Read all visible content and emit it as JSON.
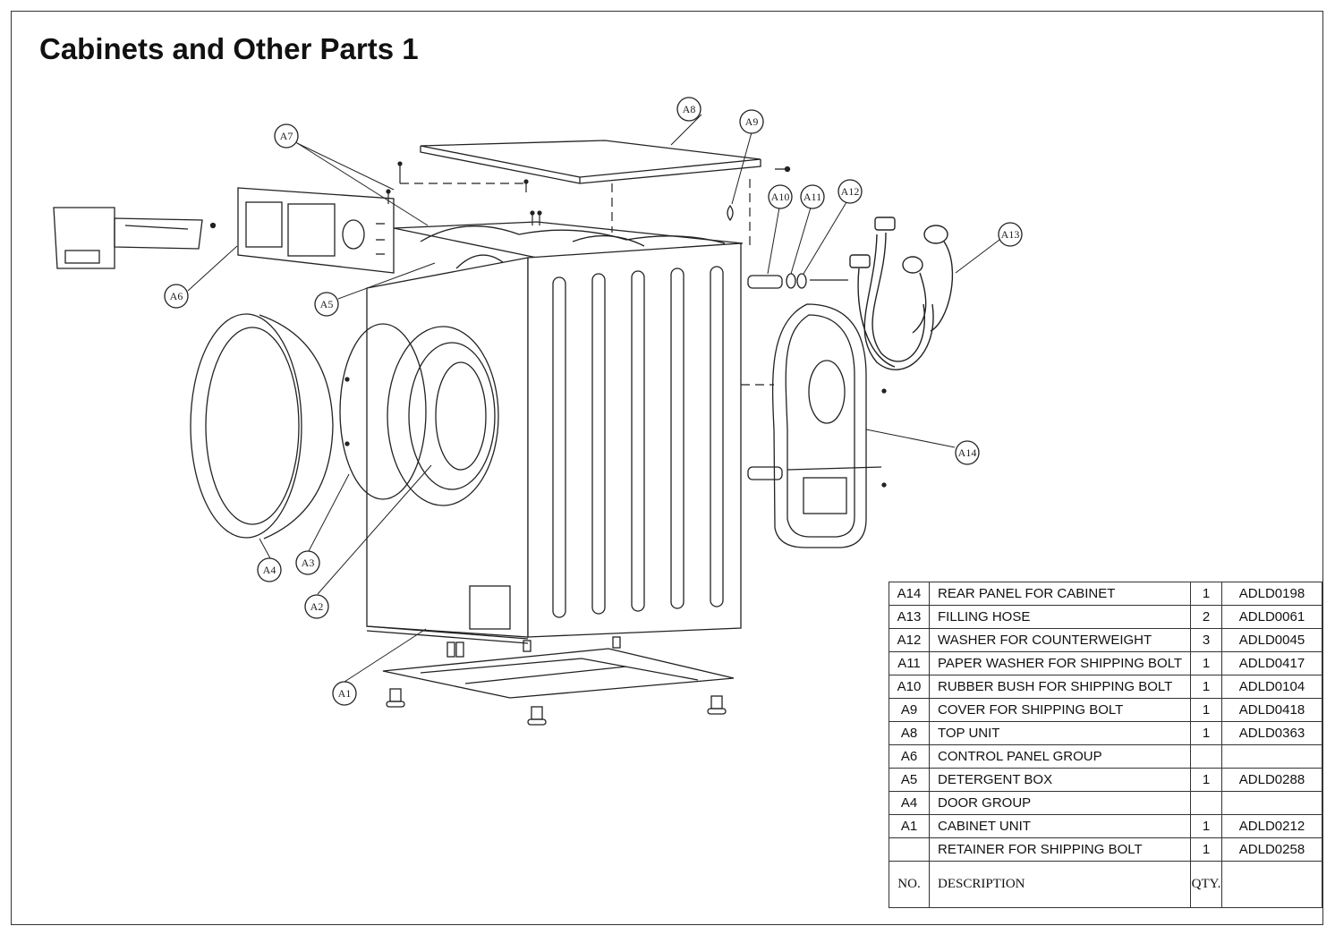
{
  "title": "Cabinets and Other Parts 1",
  "callouts": [
    "A1",
    "A2",
    "A3",
    "A4",
    "A5",
    "A6",
    "A7",
    "A8",
    "A9",
    "A10",
    "A11",
    "A12",
    "A13",
    "A14"
  ],
  "parts_table": {
    "columns": {
      "no": "NO.",
      "description": "DESCRIPTION",
      "qty": "QTY.",
      "code": ""
    },
    "rows": [
      {
        "no": "A14",
        "description": "REAR PANEL FOR CABINET",
        "qty": "1",
        "code": "ADLD0198"
      },
      {
        "no": "A13",
        "description": "FILLING HOSE",
        "qty": "2",
        "code": "ADLD0061"
      },
      {
        "no": "A12",
        "description": "WASHER FOR COUNTERWEIGHT",
        "qty": "3",
        "code": "ADLD0045"
      },
      {
        "no": "A11",
        "description": "PAPER WASHER FOR SHIPPING BOLT",
        "qty": "1",
        "code": "ADLD0417"
      },
      {
        "no": "A10",
        "description": "RUBBER BUSH FOR SHIPPING BOLT",
        "qty": "1",
        "code": "ADLD0104"
      },
      {
        "no": "A9",
        "description": "COVER FOR SHIPPING BOLT",
        "qty": "1",
        "code": "ADLD0418"
      },
      {
        "no": "A8",
        "description": "TOP UNIT",
        "qty": "1",
        "code": "ADLD0363"
      },
      {
        "no": "A6",
        "description": "CONTROL PANEL GROUP",
        "qty": "",
        "code": ""
      },
      {
        "no": "A5",
        "description": "DETERGENT BOX",
        "qty": "1",
        "code": "ADLD0288"
      },
      {
        "no": "A4",
        "description": "DOOR GROUP",
        "qty": "",
        "code": ""
      },
      {
        "no": "A1",
        "description": "CABINET UNIT",
        "qty": "1",
        "code": "ADLD0212"
      },
      {
        "no": "",
        "description": "RETAINER FOR SHIPPING BOLT",
        "qty": "1",
        "code": "ADLD0258"
      }
    ]
  }
}
